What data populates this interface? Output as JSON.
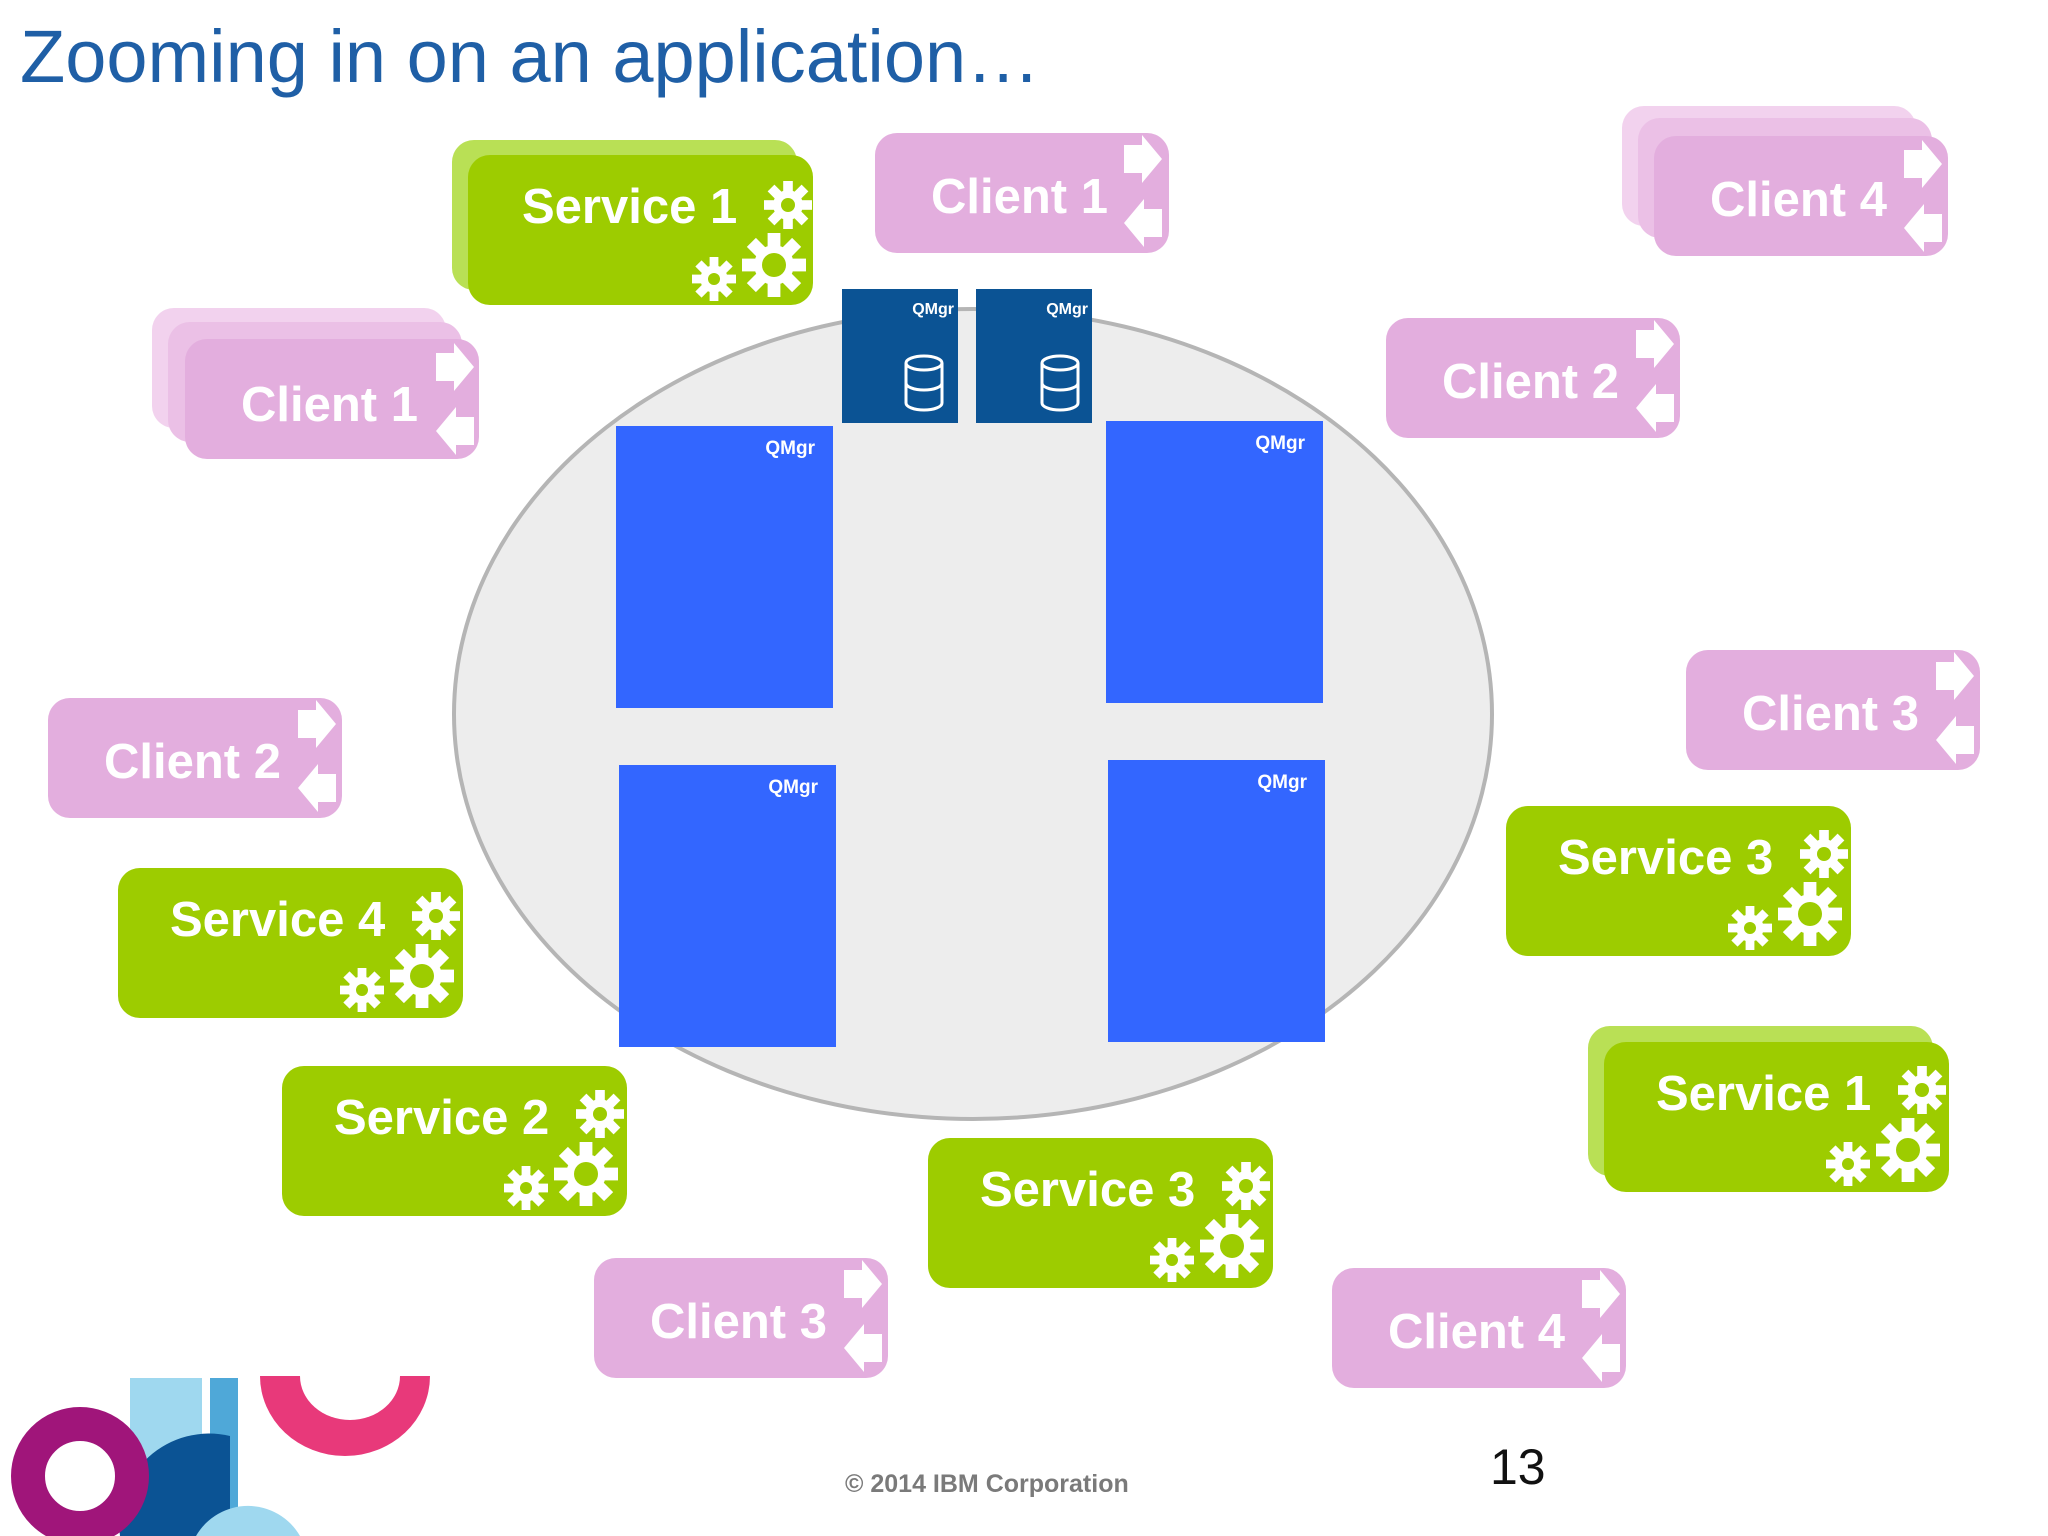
{
  "title": "Zooming in on an application…",
  "qmgr_label": "QMgr",
  "clients": {
    "c1_top": "Client 1",
    "c4_top": "Client 4",
    "c1_left": "Client 1",
    "c2_right": "Client 2",
    "c2_left": "Client 2",
    "c3_right": "Client 3",
    "c3_bottom": "Client 3",
    "c4_bottom": "Client 4"
  },
  "services": {
    "s1_top": "Service 1",
    "s4_left": "Service 4",
    "s3_right": "Service 3",
    "s2_left": "Service 2",
    "s1_right": "Service 1",
    "s3_bottom": "Service 3"
  },
  "footer": {
    "copyright": "© 2014 IBM Corporation",
    "page_number": "13"
  },
  "colors": {
    "title": "#1f5fa6",
    "client": "#e3aede",
    "service": "#9dcc00",
    "qmgr": "#3366ff",
    "qmgr_small": "#0b5394"
  },
  "icons": [
    "gears-icon",
    "exchange-arrows-icon",
    "database-icon",
    "logo-graphic"
  ]
}
